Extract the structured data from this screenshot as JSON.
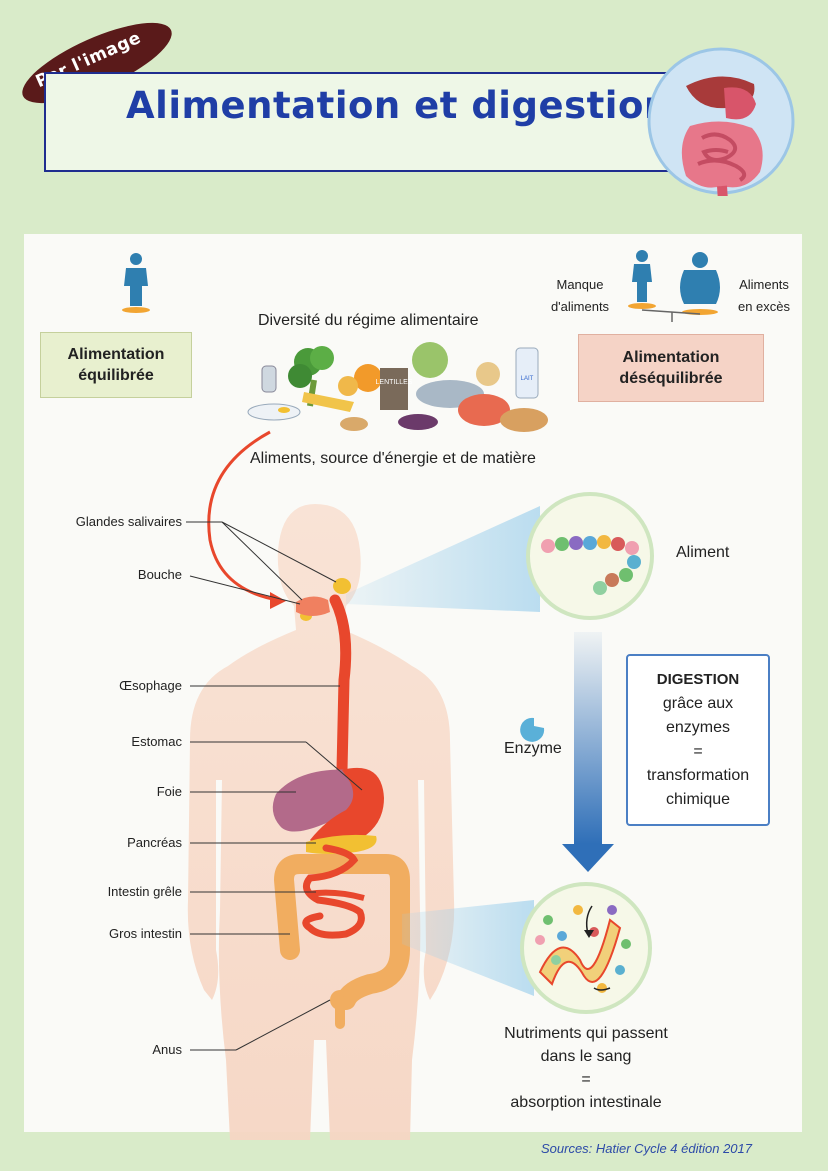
{
  "header": {
    "badge": "Par l'image",
    "title": "Alimentation et digestion"
  },
  "top": {
    "diversity": "Diversité du régime alimentaire",
    "balanced": [
      "Alimentation",
      "équilibrée"
    ],
    "unbalanced": [
      "Alimentation",
      "déséquilibrée"
    ],
    "lack": [
      "Manque",
      "d'aliments"
    ],
    "excess": [
      "Aliments",
      "en excès"
    ],
    "foods_caption": "Aliments, source d'énergie et de matière",
    "food_labels": [
      "LENTILLES",
      "LAIT"
    ]
  },
  "organs": [
    "Glandes salivaires",
    "Bouche",
    "Œsophage",
    "Estomac",
    "Foie",
    "Pancréas",
    "Intestin grêle",
    "Gros intestin",
    "Anus"
  ],
  "process": {
    "food": "Aliment",
    "enzyme": "Enzyme",
    "digestion": [
      "DIGESTION",
      "grâce aux",
      "enzymes",
      "=",
      "transformation",
      "chimique"
    ],
    "nutrients": [
      "Nutriments qui passent",
      "dans le sang",
      "=",
      "absorption intestinale"
    ]
  },
  "footer": {
    "sources": "Sources: Hatier Cycle 4 édition 2017"
  },
  "colors": {
    "background": "#d9ebc9",
    "title": "#1f3ea6",
    "badge": "#5a1a1a",
    "arrow": "#2f6fb8",
    "digestive_tract": "#e8472c"
  }
}
